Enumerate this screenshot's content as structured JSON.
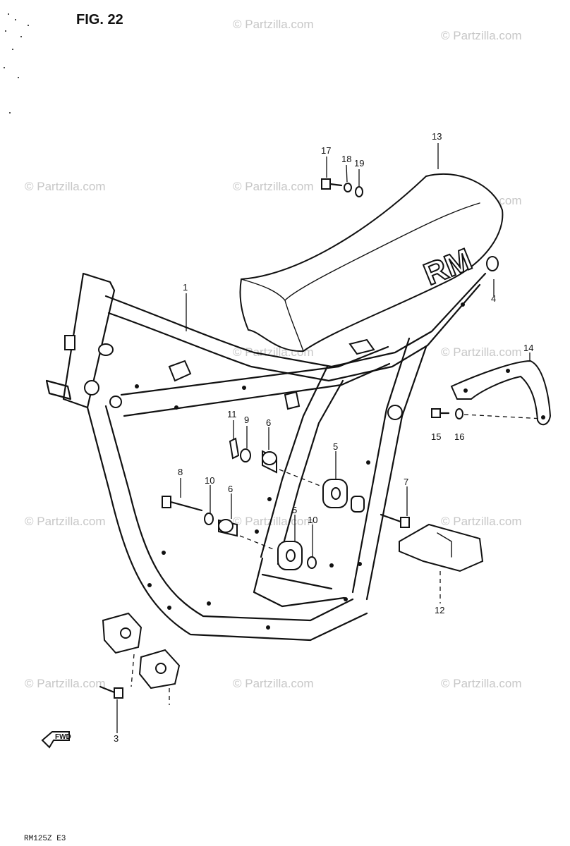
{
  "figure": {
    "title": "FIG. 22",
    "drawing_code": "RM125Z E3"
  },
  "watermark": "© Partzilla.com",
  "seat_logo": "RM",
  "direction_marker": "FWD",
  "callouts": [
    {
      "id": "c1",
      "label": "1"
    },
    {
      "id": "c3",
      "label": "3"
    },
    {
      "id": "c4",
      "label": "4"
    },
    {
      "id": "c5a",
      "label": "5"
    },
    {
      "id": "c5b",
      "label": "5"
    },
    {
      "id": "c6a",
      "label": "6"
    },
    {
      "id": "c6b",
      "label": "6"
    },
    {
      "id": "c7",
      "label": "7"
    },
    {
      "id": "c8",
      "label": "8"
    },
    {
      "id": "c9",
      "label": "9"
    },
    {
      "id": "c10a",
      "label": "10"
    },
    {
      "id": "c10b",
      "label": "10"
    },
    {
      "id": "c11",
      "label": "11"
    },
    {
      "id": "c12",
      "label": "12"
    },
    {
      "id": "c13",
      "label": "13"
    },
    {
      "id": "c14",
      "label": "14"
    },
    {
      "id": "c15",
      "label": "15"
    },
    {
      "id": "c16",
      "label": "16"
    },
    {
      "id": "c17",
      "label": "17"
    },
    {
      "id": "c18",
      "label": "18"
    },
    {
      "id": "c19",
      "label": "19"
    }
  ]
}
